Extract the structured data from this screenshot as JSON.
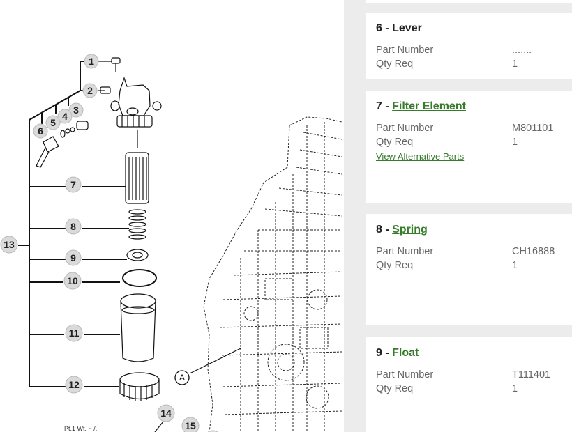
{
  "diagram": {
    "callouts": [
      "1",
      "2",
      "3",
      "4",
      "5",
      "6",
      "7",
      "8",
      "9",
      "10",
      "11",
      "12",
      "13",
      "14",
      "15"
    ],
    "view_marker": "A"
  },
  "parts": [
    {
      "number": "6",
      "name": "Lever",
      "linked": false,
      "part_number_label": "Part Number",
      "part_number": ".......",
      "qty_label": "Qty Req",
      "qty": "1"
    },
    {
      "number": "7",
      "name": "Filter Element",
      "linked": true,
      "part_number_label": "Part Number",
      "part_number": "M801101",
      "qty_label": "Qty Req",
      "qty": "1",
      "alt_link": "View Alternative Parts"
    },
    {
      "number": "8",
      "name": "Spring",
      "linked": true,
      "part_number_label": "Part Number",
      "part_number": "CH16888",
      "qty_label": "Qty Req",
      "qty": "1"
    },
    {
      "number": "9",
      "name": "Float",
      "linked": true,
      "part_number_label": "Part Number",
      "part_number": "T111401",
      "qty_label": "Qty Req",
      "qty": "1"
    }
  ],
  "colors": {
    "link": "#367c2b",
    "panel_bg": "#ececec",
    "callout_fill": "#dadada"
  }
}
